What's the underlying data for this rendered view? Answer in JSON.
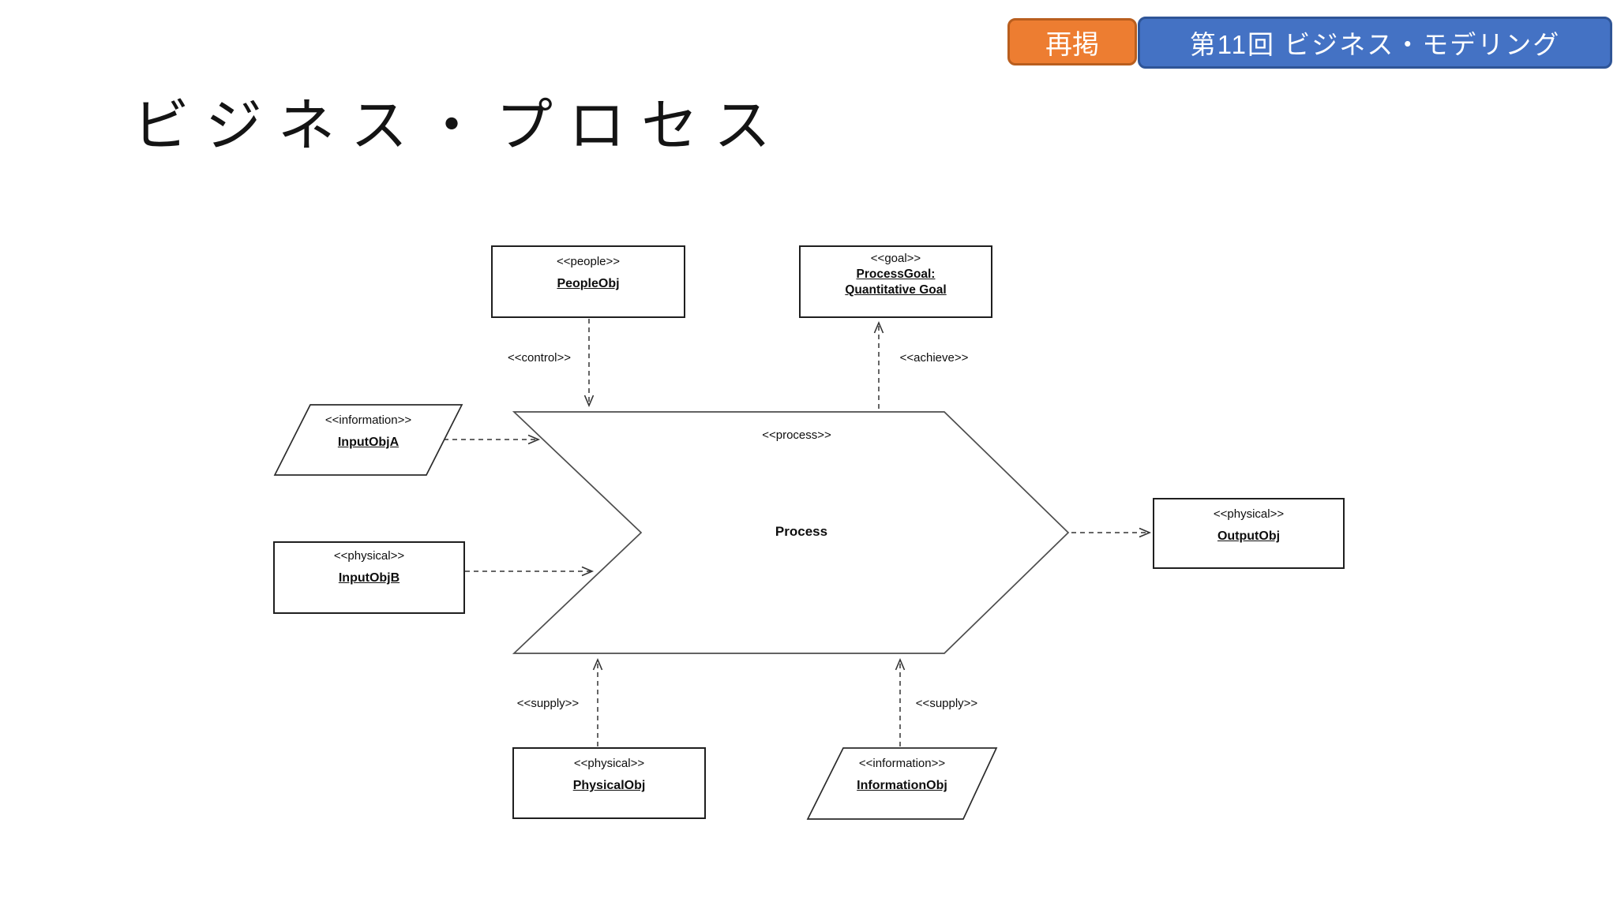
{
  "slide": {
    "title": "ビジネス・プロセス",
    "badges": {
      "repost": "再掲",
      "lecture": "第11回 ビジネス・モデリング"
    }
  },
  "colors": {
    "badge_orange_fill": "#ED7D31",
    "badge_orange_border": "#B95E1E",
    "badge_blue_fill": "#4472C4",
    "badge_blue_border": "#2F5597",
    "diagram_line": "#333333",
    "text": "#111111",
    "background": "#FFFFFF"
  },
  "diagram": {
    "nodes": {
      "people": {
        "stereotype": "<<people>>",
        "name": "PeopleObj"
      },
      "goal": {
        "stereotype": "<<goal>>",
        "name": "ProcessGoal:",
        "name2": "Quantitative Goal"
      },
      "inputA": {
        "stereotype": "<<information>>",
        "name": "InputObjA"
      },
      "inputB": {
        "stereotype": "<<physical>>",
        "name": "InputObjB"
      },
      "process": {
        "stereotype": "<<process>>",
        "name": "Process"
      },
      "output": {
        "stereotype": "<<physical>>",
        "name": "OutputObj"
      },
      "physical": {
        "stereotype": "<<physical>>",
        "name": "PhysicalObj"
      },
      "information": {
        "stereotype": "<<information>>",
        "name": "InformationObj"
      }
    },
    "edge_labels": {
      "control": "<<control>>",
      "achieve": "<<achieve>>",
      "supply_left": "<<supply>>",
      "supply_right": "<<supply>>"
    }
  }
}
